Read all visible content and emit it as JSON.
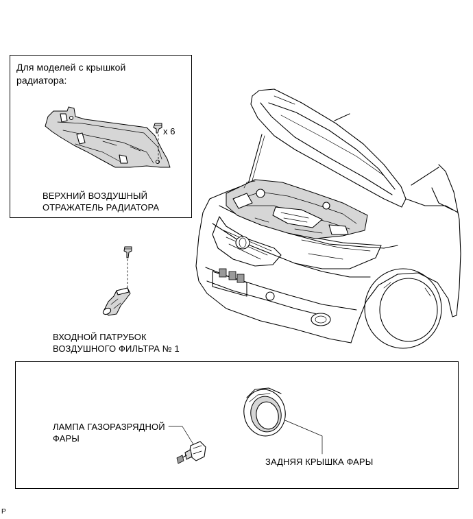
{
  "inset_box": {
    "heading_line1": "Для моделей с крышкой",
    "heading_line2": "радиатора:",
    "clip_count": "x 6",
    "deflector_label_line1": "ВЕРХНИЙ ВОЗДУШНЫЙ",
    "deflector_label_line2": "ОТРАЖАТЕЛЬ РАДИАТОРА"
  },
  "intake": {
    "label_line1": "ВХОДНОЙ ПАТРУБОК",
    "label_line2": "ВОЗДУШНОГО ФИЛЬТРА № 1"
  },
  "lower_box": {
    "bulb_label_line1": "ЛАМПА ГАЗОРАЗРЯДНОЙ",
    "bulb_label_line2": "ФАРЫ",
    "cover_label": "ЗАДНЯЯ КРЫШКА ФАРЫ"
  },
  "corner_mark": "P"
}
